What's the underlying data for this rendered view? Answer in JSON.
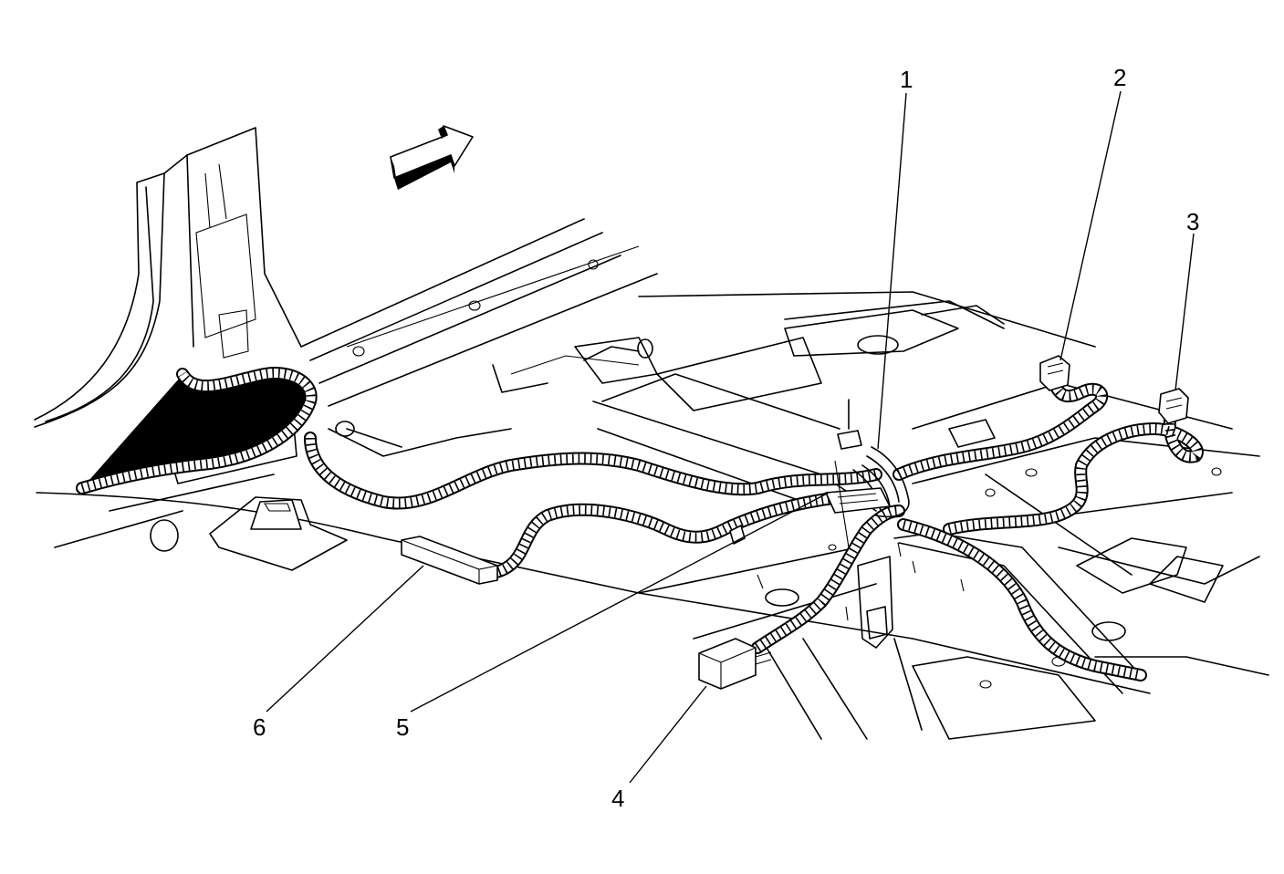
{
  "figure": {
    "callouts": [
      {
        "id": "1",
        "label": "1"
      },
      {
        "id": "2",
        "label": "2"
      },
      {
        "id": "3",
        "label": "3"
      },
      {
        "id": "4",
        "label": "4"
      },
      {
        "id": "5",
        "label": "5"
      },
      {
        "id": "6",
        "label": "6"
      }
    ],
    "direction_arrow": "arrow-icon"
  }
}
